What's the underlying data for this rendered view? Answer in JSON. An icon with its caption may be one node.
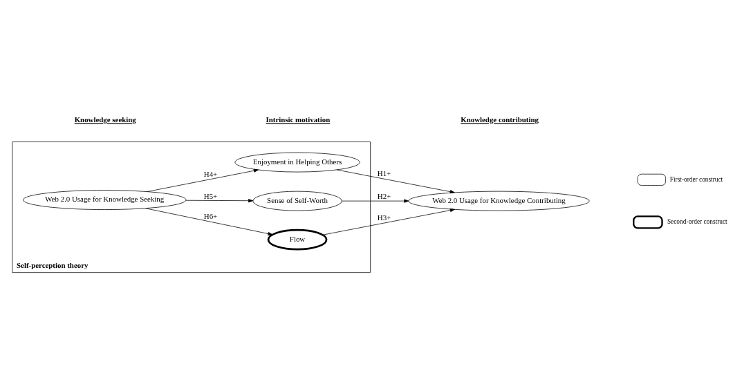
{
  "diagram": {
    "nodes": [
      {
        "text": [
          "Self-perception theory"
        ]
      },
      {
        "text": [
          "Web 2.0 Usage for Knowledge Seeking"
        ],
        "in": 0
      },
      {
        "text": [
          "Enjoyment in Helping Others"
        ],
        "in": 0
      },
      {
        "text": [
          "Sense of Self-Worth"
        ],
        "in": 0
      },
      {
        "text": [
          "Flow"
        ],
        "in": 0
      },
      {
        "text": [
          "Web 2.0 Usage for Knowledge Contributing"
        ]
      }
    ],
    "edges": [
      {
        "from": 1,
        "to": 2,
        "arrow": "to",
        "label": "H4+"
      },
      {
        "from": 1,
        "to": 3,
        "arrow": "to",
        "label": "H5+"
      },
      {
        "from": 1,
        "to": 4,
        "arrow": "to",
        "label": "H6+"
      },
      {
        "from": 2,
        "to": 5,
        "arrow": "to",
        "label": "H1+"
      },
      {
        "from": 3,
        "to": 5,
        "arrow": "to",
        "label": "H2+"
      },
      {
        "from": 4,
        "to": 5,
        "arrow": "to",
        "label": "H3+"
      }
    ],
    "labels": [
      "Knowledge seeking",
      "Intrinsic motivation",
      "Knowledge contributing"
    ],
    "legend": [
      {
        "text": "First-order construct"
      },
      {
        "text": "Second-order construct"
      }
    ]
  }
}
